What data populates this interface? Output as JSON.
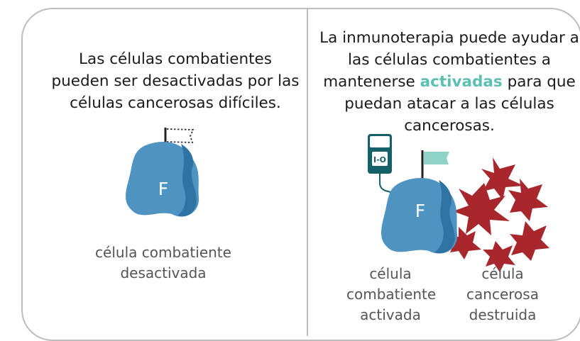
{
  "left_panel": {
    "text": "Las células combatientes pueden ser desactivadas por las células cancerosas difíciles.",
    "cell_letter": "F",
    "caption": "célula combatiente desactivada"
  },
  "right_panel": {
    "text_before": "La inmunoterapia puede ayudar a las células combatientes a mantenerse",
    "highlight": "activadas",
    "text_after": "para que puedan atacar a las células cancerosas.",
    "iv_label": "I-O",
    "cell_letter": "F",
    "caption_fighter": "célula combatiente activada",
    "caption_cancer": "célula cancerosa destruida"
  },
  "colors": {
    "cell_fill": "#4f93c3",
    "cell_shade": "#2f72a4",
    "flag_active": "#8fd3c8",
    "highlight": "#5cbfb0",
    "cancer": "#a7272d",
    "iv_bag": "#155f68",
    "border": "#bdbdbd"
  }
}
